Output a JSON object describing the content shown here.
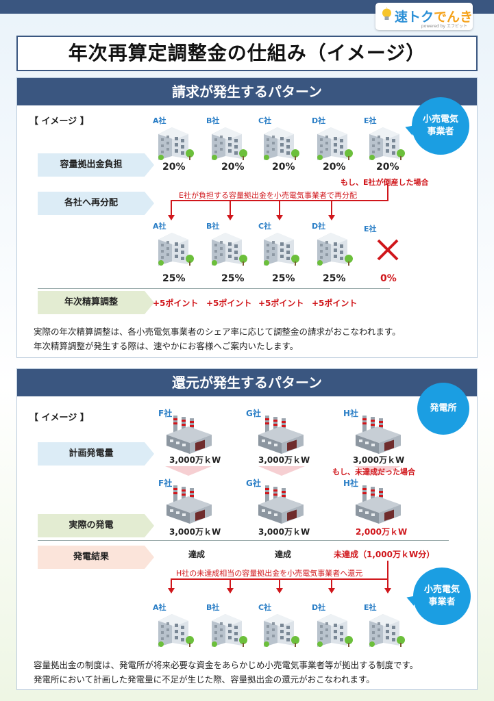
{
  "logo": {
    "text_a": "速トク",
    "text_b": "でんき",
    "sub": "powered by エフビット"
  },
  "title": "年次再算定調整金の仕組み（イメージ）",
  "sec1": {
    "header": "請求が発生するパターン",
    "image_label": "【 イメージ 】",
    "badge": "小売電気\n事業者",
    "row1_label": "容量拠出金負担",
    "row2_label": "各社へ再分配",
    "row3_label": "年次精算調整",
    "companies": [
      "A社",
      "B社",
      "C社",
      "D社",
      "E社"
    ],
    "shares_before": [
      "20%",
      "20%",
      "20%",
      "20%",
      "20%"
    ],
    "shares_after": [
      "25%",
      "25%",
      "25%",
      "25%",
      "0%"
    ],
    "bankrupt_note": "もし、E社が倒産した場合",
    "redistribute_note": "E社が負担する容量拠出金を小売電気事業者で再分配",
    "points": [
      "+5ポイント",
      "+5ポイント",
      "+5ポイント",
      "+5ポイント"
    ],
    "para1": "実際の年次精算調整は、各小売電気事業者のシェア率に応じて調整金の請求がおこなわれます。",
    "para2": "年次精算調整が発生する際は、速やかにお客様へご案内いたします。"
  },
  "sec2": {
    "header": "還元が発生するパターン",
    "image_label": "【 イメージ 】",
    "badge_plant": "発電所",
    "badge_retail": "小売電気\n事業者",
    "row1_label": "計画発電量",
    "row2_label": "実際の発電",
    "row3_label": "発電結果",
    "plants": [
      "F社",
      "G社",
      "H社"
    ],
    "planned": [
      "3,000万ｋW",
      "3,000万ｋW",
      "3,000万ｋW"
    ],
    "actual": [
      "3,000万ｋW",
      "3,000万ｋW",
      "2,000万ｋW"
    ],
    "unmet_note": "もし、未達成だった場合",
    "results": [
      "達成",
      "達成",
      "未達成（1,000万ｋW分）"
    ],
    "refund_note": "H社の未達成相当の容量拠出金を小売電気事業者へ還元",
    "companies": [
      "A社",
      "B社",
      "C社",
      "D社",
      "E社"
    ],
    "para1": "容量拠出金の制度は、発電所が将来必要な資金をあらかじめ小売電気事業者等が拠出する制度です。",
    "para2": "発電所において計画した発電量に不足が生じた際、容量拠出金の還元がおこなわれます。"
  },
  "colors": {
    "navy": "#3a5680",
    "accent_red": "#d0161b",
    "badge_blue": "#1b9ee2",
    "company_blue": "#2a7ec6"
  }
}
